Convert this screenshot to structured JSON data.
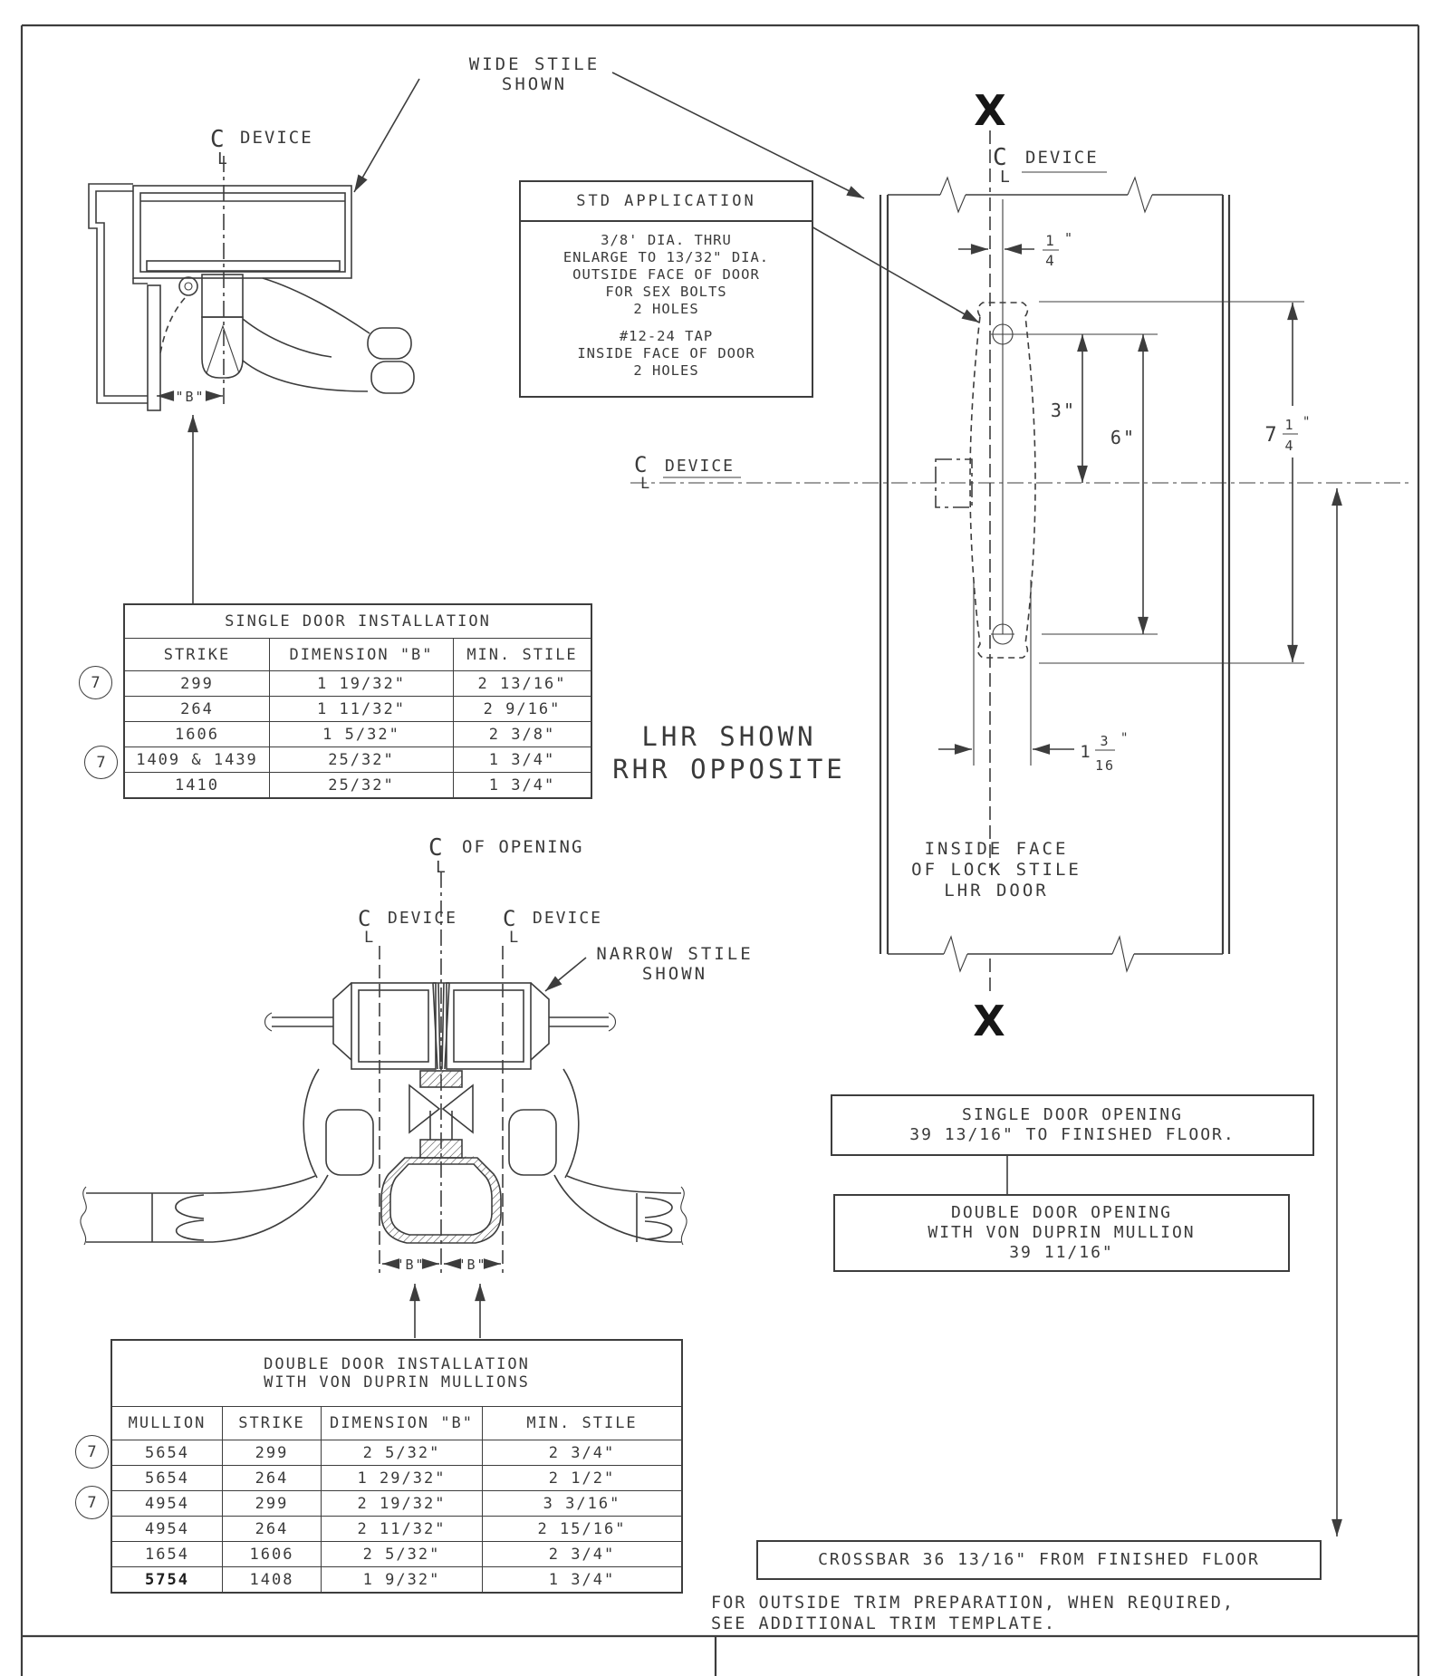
{
  "labels": {
    "wide_stile_1": "WIDE STILE",
    "wide_stile_2": "SHOWN",
    "narrow_stile_1": "NARROW STILE",
    "narrow_stile_2": "SHOWN",
    "device": "DEVICE",
    "of_opening": "OF OPENING",
    "section_x": "X",
    "c": "C",
    "l": "L",
    "handing_1": "LHR SHOWN",
    "handing_2": "RHR OPPOSITE",
    "inside_face_1": "INSIDE FACE",
    "inside_face_2": "OF LOCK STILE",
    "inside_face_3": "LHR DOOR"
  },
  "std": {
    "title": "STD APPLICATION",
    "g1_1": "3/8' DIA. THRU",
    "g1_2": "ENLARGE TO 13/32\" DIA.",
    "g1_3": "OUTSIDE FACE OF DOOR",
    "g1_4": "FOR SEX BOLTS",
    "g1_5": "2 HOLES",
    "g2_1": "#12-24 TAP",
    "g2_2": "INSIDE FACE OF DOOR",
    "g2_3": "2 HOLES"
  },
  "dims": {
    "b": "\"B\"",
    "inch": "\"",
    "quarter_num": "1",
    "quarter_den": "4",
    "three": "3\"",
    "six": "6\"",
    "seven_whole": "7",
    "seven_num": "1",
    "se7en_den": "4",
    "seven_den": "4",
    "lock_whole": "1",
    "lock_num": "3",
    "lock_den": "16"
  },
  "callout": "7",
  "tables": {
    "single": {
      "title": "SINGLE DOOR INSTALLATION",
      "h": [
        "STRIKE",
        "DIMENSION \"B\"",
        "MIN. STILE"
      ],
      "rows": [
        [
          "299",
          "1 19/32\"",
          "2 13/16\""
        ],
        [
          "264",
          "1 11/32\"",
          "2 9/16\""
        ],
        [
          "1606",
          "1 5/32\"",
          "2 3/8\""
        ],
        [
          "1409 & 1439",
          "25/32\"",
          "1 3/4\""
        ],
        [
          "1410",
          "25/32\"",
          "1 3/4\""
        ]
      ]
    },
    "double": {
      "t1": "DOUBLE DOOR INSTALLATION",
      "t2": "WITH VON DUPRIN MULLIONS",
      "h": [
        "MULLION",
        "STRIKE",
        "DIMENSION \"B\"",
        "MIN. STILE"
      ],
      "rows": [
        [
          "5654",
          "299",
          "2 5/32\"",
          "2 3/4\""
        ],
        [
          "5654",
          "264",
          "1 29/32\"",
          "2 1/2\""
        ],
        [
          "4954",
          "299",
          "2 19/32\"",
          "3 3/16\""
        ],
        [
          "4954",
          "264",
          "2 11/32\"",
          "2 15/16\""
        ],
        [
          "1654",
          "1606",
          "2 5/32\"",
          "2 3/4\""
        ],
        [
          "5754",
          "1408",
          "1 9/32\"",
          "1 3/4\""
        ]
      ]
    }
  },
  "notes": {
    "so1": "SINGLE DOOR OPENING",
    "so2": "39 13/16\" TO FINISHED FLOOR.",
    "do1": "DOUBLE DOOR OPENING",
    "do2": "WITH VON DUPRIN MULLION",
    "do3": "39 11/16\"",
    "crossbar": "CROSSBAR 36 13/16\" FROM FINISHED FLOOR",
    "trim1": "FOR OUTSIDE TRIM PREPARATION, WHEN REQUIRED,",
    "trim2": "SEE ADDITIONAL TRIM TEMPLATE."
  },
  "colors": {
    "ink": "#3a3a3a",
    "line": "#3d3d3d",
    "paper": "#ffffff"
  }
}
